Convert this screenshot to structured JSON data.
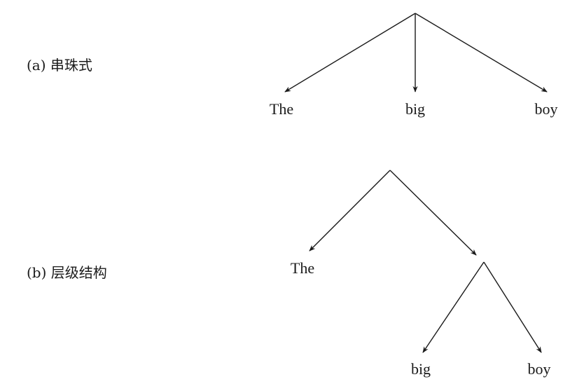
{
  "diagram_a": {
    "label": "(a) 串珠式",
    "words": [
      "The",
      "big",
      "boy"
    ]
  },
  "diagram_b": {
    "label": "(b) 层级结构",
    "words": [
      "The",
      "big",
      "boy"
    ]
  }
}
